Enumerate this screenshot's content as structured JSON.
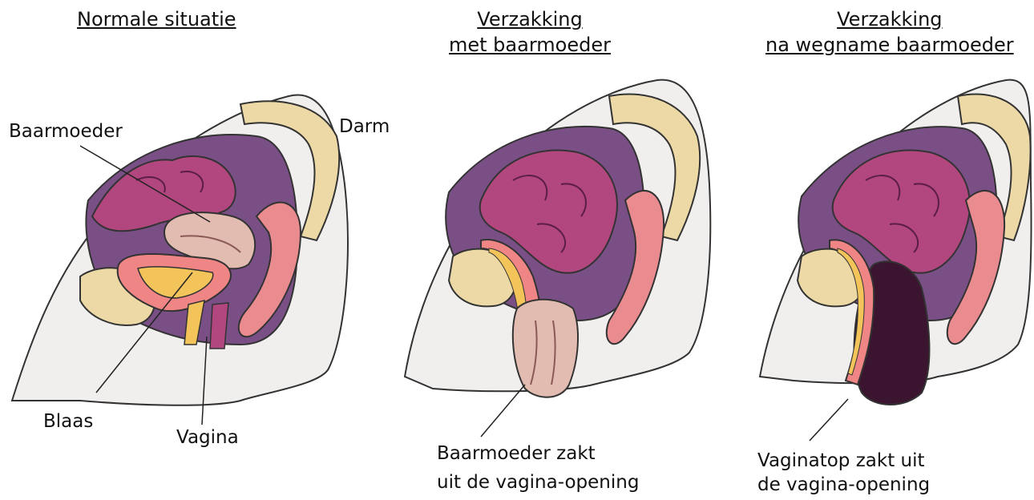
{
  "panels": [
    {
      "title_lines": [
        "Normale situatie"
      ],
      "labels": {
        "uterus": "Baarmoeder",
        "bowel": "Darm",
        "bladder": "Blaas",
        "vagina": "Vagina"
      }
    },
    {
      "title_lines": [
        "Verzakking",
        "met baarmoeder"
      ],
      "caption_lines": [
        "Baarmoeder zakt",
        "uit de vagina-opening"
      ]
    },
    {
      "title_lines": [
        "Verzakking",
        "na wegname baarmoeder"
      ],
      "caption_lines": [
        "Vaginatop  zakt uit",
        "de vagina-opening"
      ]
    }
  ],
  "colors": {
    "outline": "#222222",
    "skin": "#f1efee",
    "cavity": "#7a4f86",
    "intestine": "#b2467f",
    "uterus": "#e2bcb0",
    "bladder_wall": "#f08586",
    "bladder_inner": "#f2c45a",
    "bone": "#ecd9a6",
    "rectum": "#e98b8f",
    "prolapse_dark": "#3b1530"
  }
}
